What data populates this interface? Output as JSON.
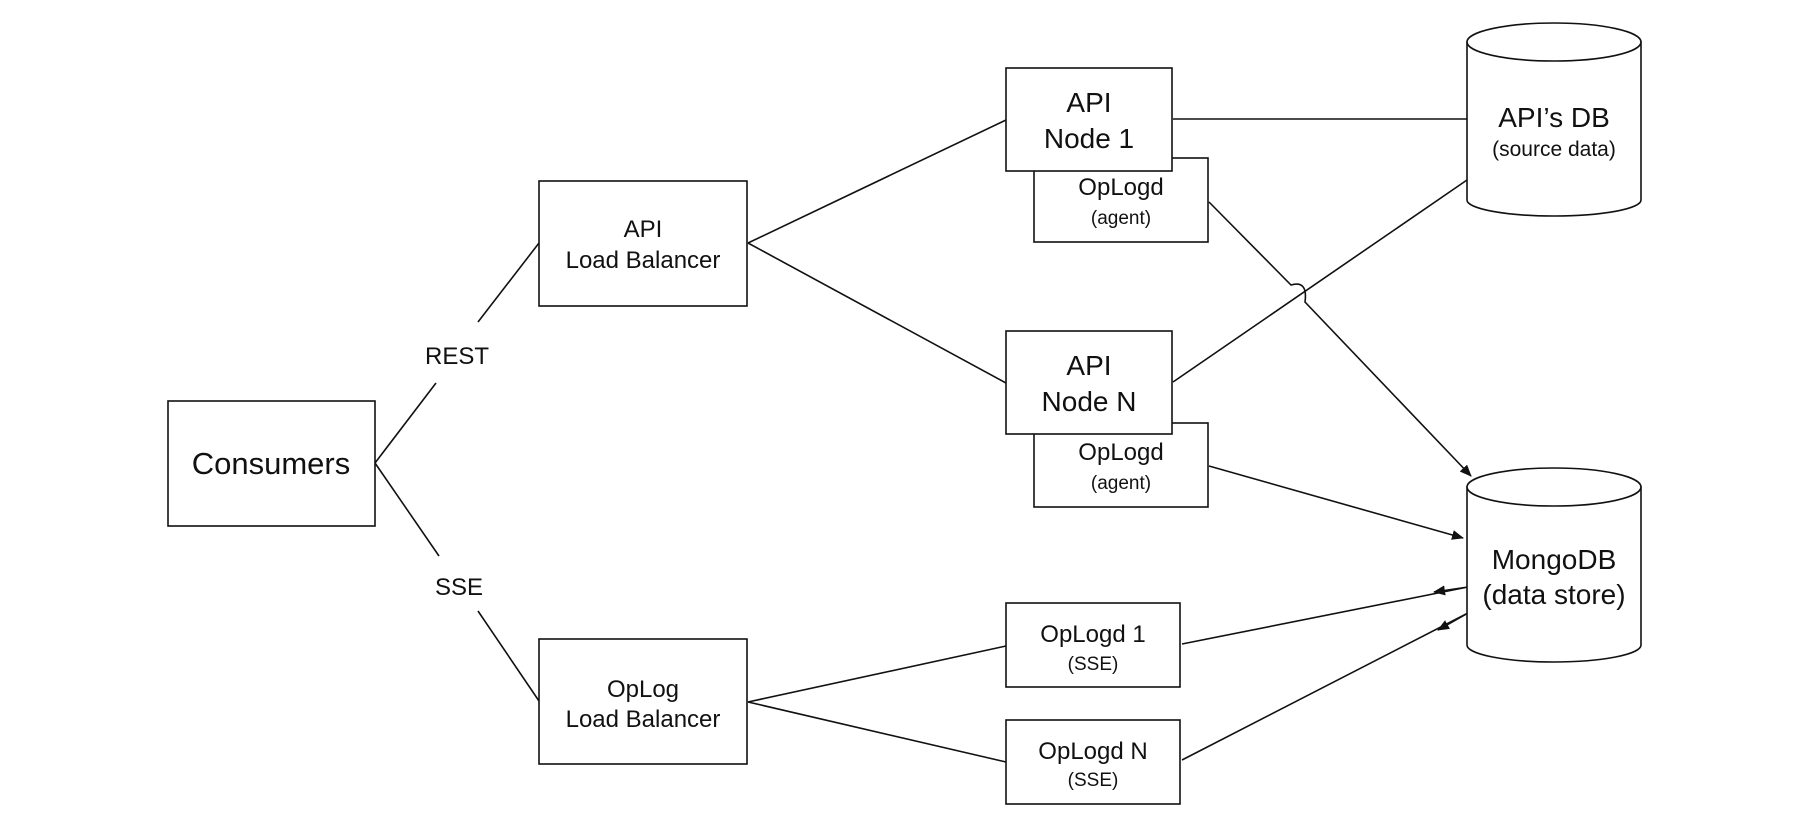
{
  "nodes": {
    "consumers": {
      "label": "Consumers"
    },
    "api_lb": {
      "line1": "API",
      "line2": "Load Balancer"
    },
    "oplog_lb": {
      "line1": "OpLog",
      "line2": "Load Balancer"
    },
    "api_node_1": {
      "line1": "API",
      "line2": "Node 1"
    },
    "oplogd_agent_1": {
      "line1": "OpLogd",
      "line2": "(agent)"
    },
    "api_node_n": {
      "line1": "API",
      "line2": "Node N"
    },
    "oplogd_agent_n": {
      "line1": "OpLogd",
      "line2": "(agent)"
    },
    "oplogd_sse_1": {
      "line1": "OpLogd 1",
      "line2": "(SSE)"
    },
    "oplogd_sse_n": {
      "line1": "OpLogd N",
      "line2": "(SSE)"
    },
    "api_db": {
      "line1": "API’s DB",
      "line2": "(source data)"
    },
    "mongodb": {
      "line1": "MongoDB",
      "line2": "(data store)"
    }
  },
  "edge_labels": {
    "rest": "REST",
    "sse": "SSE"
  },
  "colors": {
    "stroke": "#111111",
    "fill": "#ffffff",
    "text": "#111111"
  }
}
